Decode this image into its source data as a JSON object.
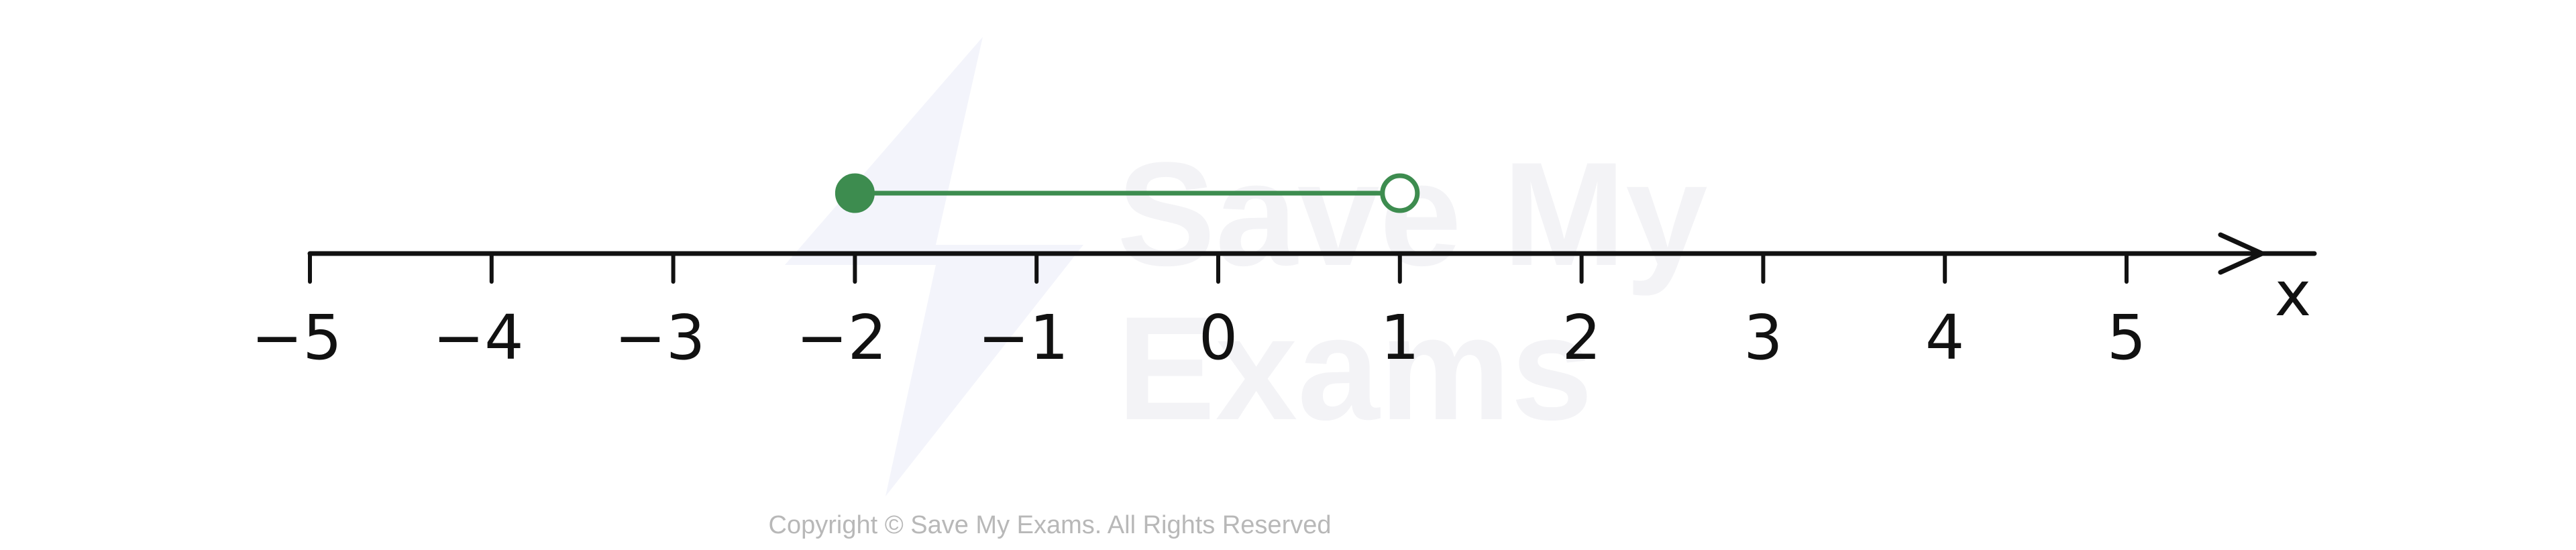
{
  "number_line": {
    "min": -5,
    "max": 5,
    "tick_values": [
      -5,
      -4,
      -3,
      -2,
      -1,
      0,
      1,
      2,
      3,
      4,
      5
    ],
    "tick_labels": [
      "−5",
      "−4",
      "−3",
      "−2",
      "−1",
      "0",
      "1",
      "2",
      "3",
      "4",
      "5"
    ],
    "axis_label": "x",
    "axis_color": "#111111"
  },
  "interval": {
    "start": -2,
    "end": 1,
    "start_closed": true,
    "end_closed": false,
    "color": "#3d8c4f"
  },
  "watermark": {
    "line1": "Save My",
    "line2": "Exams"
  },
  "copyright": "Copyright © Save My Exams. All Rights Reserved"
}
